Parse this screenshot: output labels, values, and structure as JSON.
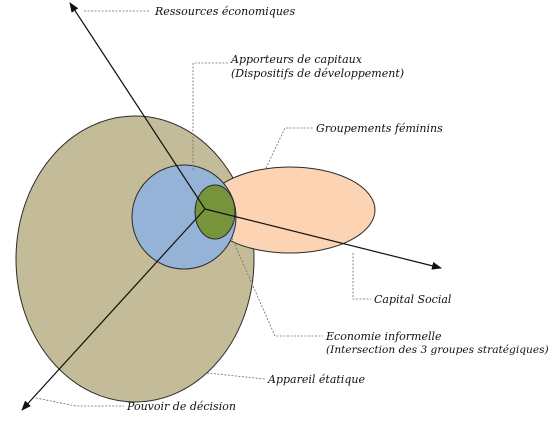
{
  "labels": {
    "ressources": "Ressources économiques",
    "apporteurs_line1": "Apporteurs de capitaux",
    "apporteurs_line2": "(Dispositifs de développement)",
    "groupements": "Groupements féminins",
    "capital_social": "Capital Social",
    "economie_line1": "Economie informelle",
    "economie_line2": "(Intersection des 3 groupes stratégiques)",
    "appareil": "Appareil étatique",
    "pouvoir": "Pouvoir de décision"
  },
  "colors": {
    "appareil_etatique": "#c4bc98",
    "apporteurs_capitaux": "#95b3d7",
    "groupements_feminins": "#fcd4b4",
    "economie_informelle": "#77933c",
    "outline": "#2b2b2b",
    "leader": "#6e6e6e"
  }
}
